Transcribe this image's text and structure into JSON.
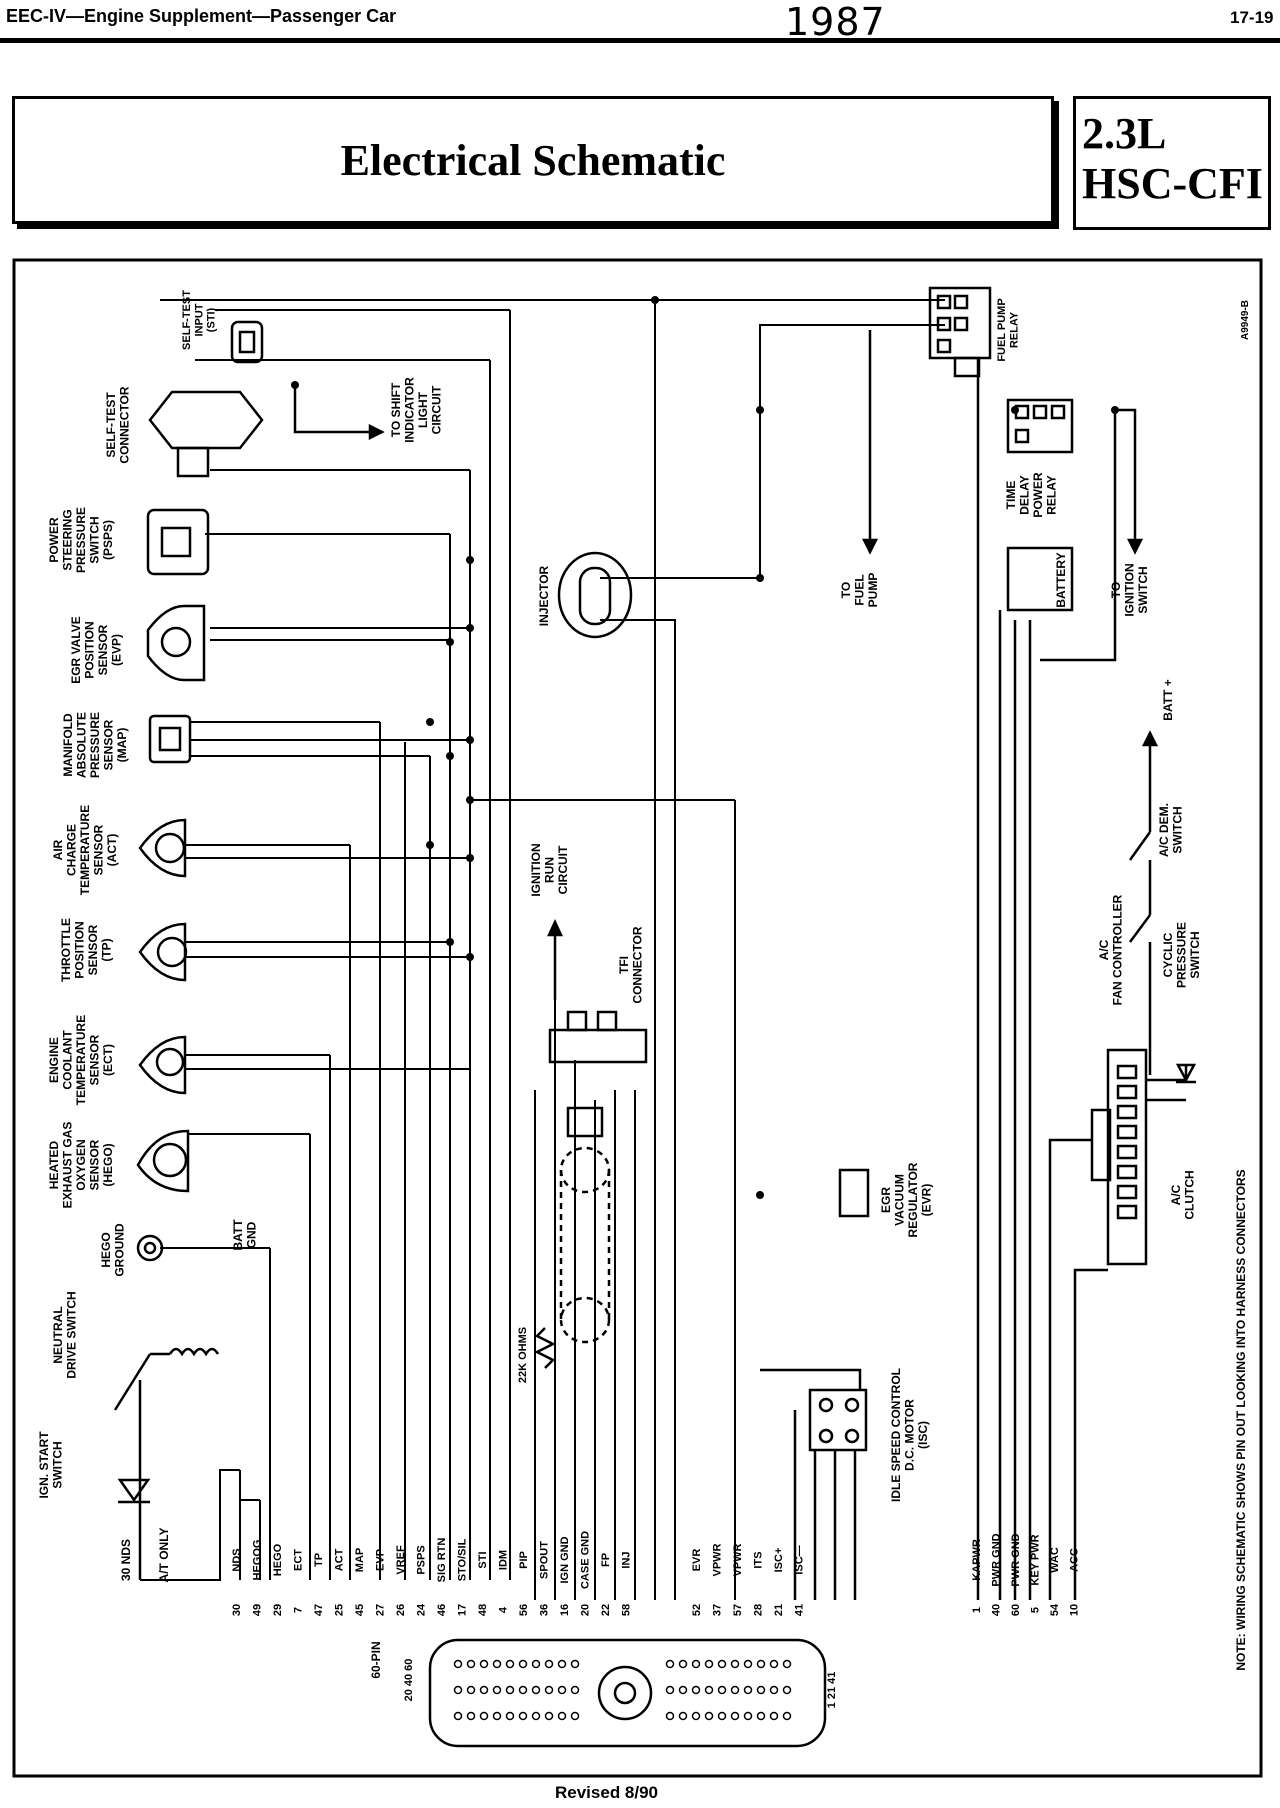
{
  "header": {
    "section": "EEC-IV—Engine Supplement—Passenger Car",
    "year": "1987",
    "page": "17-19"
  },
  "title": "Electrical Schematic",
  "engine": {
    "line1": "2.3L",
    "line2": "HSC-CFI"
  },
  "figure_id": "A9949-B",
  "components": {
    "self_test_input": [
      "SELF-TEST",
      "INPUT",
      "(STI)"
    ],
    "self_test_connector": [
      "SELF-TEST",
      "CONNECTOR"
    ],
    "shift_indicator": [
      "TO SHIFT",
      "INDICATOR",
      "LIGHT",
      "CIRCUIT"
    ],
    "psps": [
      "POWER",
      "STEERING",
      "PRESSURE",
      "SWITCH",
      "(PSPS)"
    ],
    "evp": [
      "EGR VALVE",
      "POSITION",
      "SENSOR",
      "(EVP)"
    ],
    "map": [
      "MANIFOLD",
      "ABSOLUTE",
      "PRESSURE",
      "SENSOR",
      "(MAP)"
    ],
    "act": [
      "AIR",
      "CHARGE",
      "TEMPERATURE",
      "SENSOR",
      "(ACT)"
    ],
    "tp": [
      "THROTTLE",
      "POSITION",
      "SENSOR",
      "(TP)"
    ],
    "ect": [
      "ENGINE",
      "COOLANT",
      "TEMPERATURE",
      "SENSOR",
      "(ECT)"
    ],
    "hego": [
      "HEATED",
      "EXHAUST GAS",
      "OXYGEN",
      "SENSOR",
      "(HEGO)"
    ],
    "batt_gnd": [
      "BATT",
      "GND"
    ],
    "hego_ground": [
      "HEGO",
      "GROUND"
    ],
    "neutral_drive": [
      "NEUTRAL",
      "DRIVE SWITCH"
    ],
    "ign_start": [
      "IGN. START",
      "SWITCH"
    ],
    "nds_30": "30 NDS",
    "at_only": "A/T ONLY",
    "injector": "INJECTOR",
    "ignition_run": [
      "IGNITION",
      "RUN",
      "CIRCUIT"
    ],
    "tfi_connector": [
      "TFI",
      "CONNECTOR"
    ],
    "resistor": "22K OHMS",
    "fuel_pump": [
      "TO",
      "FUEL",
      "PUMP"
    ],
    "fuel_pump_relay": [
      "FUEL PUMP",
      "RELAY"
    ],
    "time_delay": [
      "TIME",
      "DELAY",
      "POWER",
      "RELAY"
    ],
    "battery": "BATTERY",
    "ignition_switch": [
      "TO",
      "IGNITION",
      "SWITCH"
    ],
    "batt_plus": "BATT +",
    "ac_dem": [
      "A/C DEM.",
      "SWITCH"
    ],
    "cyclic": [
      "CYCLIC",
      "PRESSURE",
      "SWITCH"
    ],
    "fan_controller": [
      "A/C",
      "FAN CONTROLLER"
    ],
    "ac_clutch": [
      "A/C",
      "CLUTCH"
    ],
    "evr": [
      "EGR",
      "VACUUM",
      "REGULATOR",
      "(EVR)"
    ],
    "isc": [
      "IDLE SPEED CONTROL",
      "D.C. MOTOR",
      "(ISC)"
    ],
    "pin60": "60-PIN",
    "pin_nums_left": "20 40 60",
    "pin_nums_right": "1 21 41"
  },
  "pins_left": [
    {
      "num": "30",
      "label": "NDS"
    },
    {
      "num": "49",
      "label": "HEGOG"
    },
    {
      "num": "29",
      "label": "HEGO"
    },
    {
      "num": "7",
      "label": "ECT"
    },
    {
      "num": "47",
      "label": "TP"
    },
    {
      "num": "25",
      "label": "ACT"
    },
    {
      "num": "45",
      "label": "MAP"
    },
    {
      "num": "27",
      "label": "EVP"
    },
    {
      "num": "26",
      "label": "VREF"
    },
    {
      "num": "24",
      "label": "PSPS"
    },
    {
      "num": "46",
      "label": "SIG RTN"
    },
    {
      "num": "17",
      "label": "STO/SIL"
    },
    {
      "num": "48",
      "label": "STI"
    },
    {
      "num": "4",
      "label": "IDM"
    },
    {
      "num": "56",
      "label": "PIP"
    },
    {
      "num": "36",
      "label": "SPOUT"
    },
    {
      "num": "16",
      "label": "IGN GND"
    },
    {
      "num": "20",
      "label": "CASE GND"
    },
    {
      "num": "22",
      "label": "FP"
    },
    {
      "num": "58",
      "label": "INJ"
    }
  ],
  "pins_mid": [
    {
      "num": "52",
      "label": "EVR"
    },
    {
      "num": "37",
      "label": "VPWR"
    },
    {
      "num": "57",
      "label": "VPWR"
    },
    {
      "num": "28",
      "label": "ITS"
    },
    {
      "num": "21",
      "label": "ISC+"
    },
    {
      "num": "41",
      "label": "ISC—"
    }
  ],
  "pins_right": [
    {
      "num": "1",
      "label": "KAPWR"
    },
    {
      "num": "40",
      "label": "PWR GND"
    },
    {
      "num": "60",
      "label": "PWR GND"
    },
    {
      "num": "5",
      "label": "KEY PWR"
    },
    {
      "num": "54",
      "label": "WAC"
    },
    {
      "num": "10",
      "label": "ACC"
    }
  ],
  "note": "NOTE: WIRING SCHEMATIC SHOWS PIN OUT LOOKING INTO HARNESS CONNECTORS",
  "footer": "Revised 8/90"
}
